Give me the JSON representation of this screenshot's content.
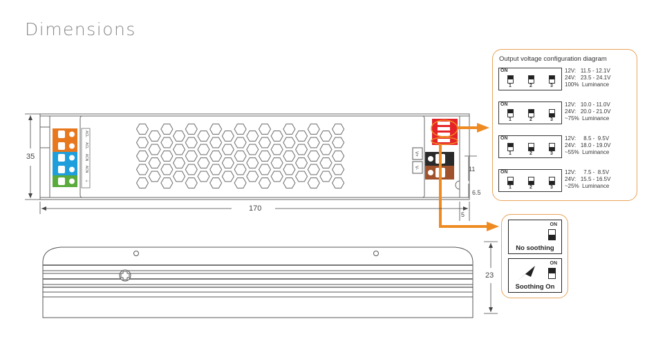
{
  "page": {
    "title": "Dimensions"
  },
  "top_view": {
    "height_dim": "35",
    "length_dim": "170",
    "offset_dim_5": "5",
    "offset_dim_11": "11",
    "offset_dim_6_5": "6.5",
    "terminal_labels": [
      "ACL",
      "ACL",
      "ACN",
      "ACN",
      "⏚"
    ],
    "terminal_colors": [
      "#e8781e",
      "#e8781e",
      "#1e9fdc",
      "#1e9fdc",
      "#5aab3c"
    ],
    "output_labels": [
      "V+",
      "V-"
    ],
    "output_colors": [
      "#2a2a2a",
      "#a0522d"
    ],
    "dip_color": "#e52228",
    "accent": "#ee8a22"
  },
  "side_view": {
    "height_dim": "23"
  },
  "config_panel": {
    "title": "Output voltage configuration diagram",
    "rows": [
      {
        "on_label": "ON",
        "switches": [
          "on",
          "on",
          "on"
        ],
        "numbers": [
          "1",
          "2",
          "3"
        ],
        "text": "12V:   11.5 - 12.1V\n24V:   23.5 - 24.1V\n100%  Luminance"
      },
      {
        "on_label": "ON",
        "switches": [
          "on",
          "on",
          "off"
        ],
        "numbers": [
          "1",
          "2",
          "3"
        ],
        "text": "12V:   10.0 - 11.0V\n24V:   20.0 - 21.0V\n~75%  Luminance"
      },
      {
        "on_label": "ON",
        "switches": [
          "on",
          "off",
          "off"
        ],
        "numbers": [
          "1",
          "2",
          "3"
        ],
        "text": "12V:     8.5 -  9.5V\n24V:   18.0 - 19.0V\n~55%  Luminance"
      },
      {
        "on_label": "ON",
        "switches": [
          "off",
          "off",
          "off"
        ],
        "numbers": [
          "1",
          "2",
          "3"
        ],
        "text": "12V:     7.5 -  8.5V\n24V:   15.5 - 16.5V\n~25%  Luminance"
      }
    ]
  },
  "soothing_panel": {
    "items": [
      {
        "on_label": "ON",
        "state": "off",
        "caption": "No soothing"
      },
      {
        "on_label": "ON",
        "state": "on",
        "caption": "Soothing On"
      }
    ]
  }
}
